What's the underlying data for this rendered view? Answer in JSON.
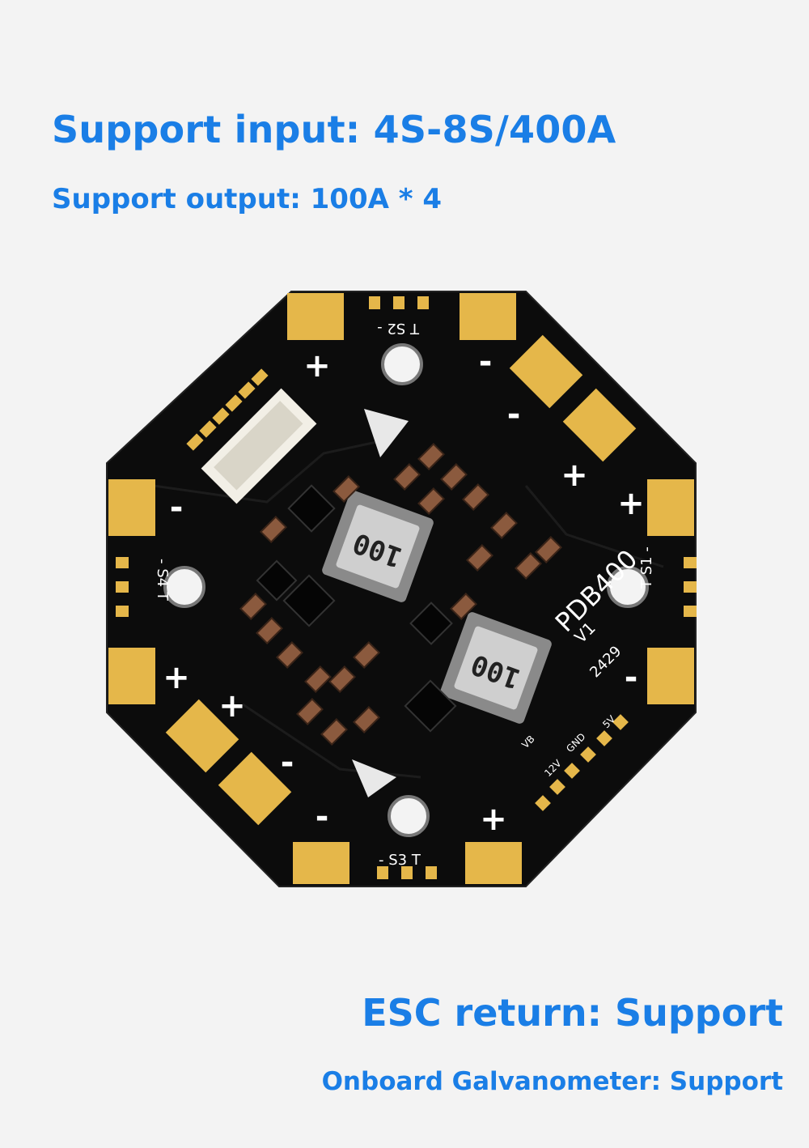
{
  "headline_input": "Support input: 4S-8S/400A",
  "headline_output": "Support output: 100A * 4",
  "feature_esc": "ESC return: Support",
  "feature_galvanometer": "Onboard Galvanometer: Support",
  "board": {
    "model": "PDB400",
    "version": "V1",
    "date_code": "2429",
    "inductor_marking": "100",
    "signal_labels": [
      "S1",
      "S2",
      "S3",
      "S4"
    ],
    "pad_labels": [
      "T",
      "-"
    ],
    "output_labels": [
      "5V",
      "GND",
      "12V",
      "VB"
    ]
  },
  "colors": {
    "text_blue": "#1a7ee6",
    "pcb": "#0c0c0c",
    "pad_gold": "#e5b74a"
  }
}
